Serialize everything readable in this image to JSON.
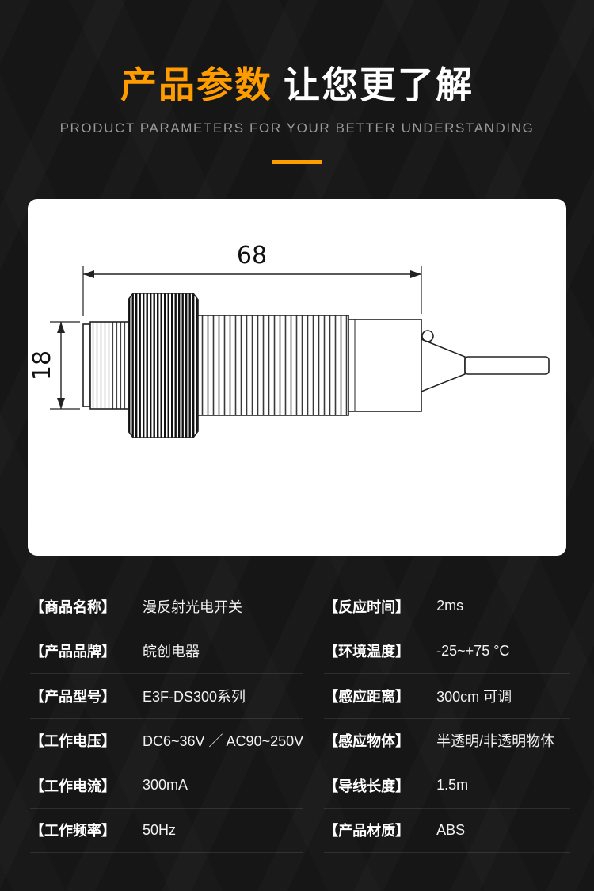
{
  "theme": {
    "accent": "#ff9d00",
    "background": "#161616",
    "card_bg": "#ffffff"
  },
  "header": {
    "title_highlight": "产品参数",
    "title_rest": "让您更了解",
    "subtitle": "PRODUCT PARAMETERS FOR YOUR BETTER UNDERSTANDING"
  },
  "diagram": {
    "length_dim": "68",
    "diameter_dim": "18"
  },
  "specs": {
    "left": [
      {
        "label": "【商品名称】",
        "value": "漫反射光电开关"
      },
      {
        "label": "【产品品牌】",
        "value": "皖创电器"
      },
      {
        "label": "【产品型号】",
        "value": "E3F-DS300系列"
      },
      {
        "label": "【工作电压】",
        "value": "DC6~36V ／ AC90~250V"
      },
      {
        "label": "【工作电流】",
        "value": "300mA"
      },
      {
        "label": "【工作频率】",
        "value": "50Hz"
      }
    ],
    "right": [
      {
        "label": "【反应时间】",
        "value": "2ms"
      },
      {
        "label": "【环境温度】",
        "value": "-25~+75 °C"
      },
      {
        "label": "【感应距离】",
        "value": "300cm 可调"
      },
      {
        "label": "【感应物体】",
        "value": "半透明/非透明物体"
      },
      {
        "label": "【导线长度】",
        "value": "1.5m"
      },
      {
        "label": "【产品材质】",
        "value": "ABS"
      }
    ]
  }
}
